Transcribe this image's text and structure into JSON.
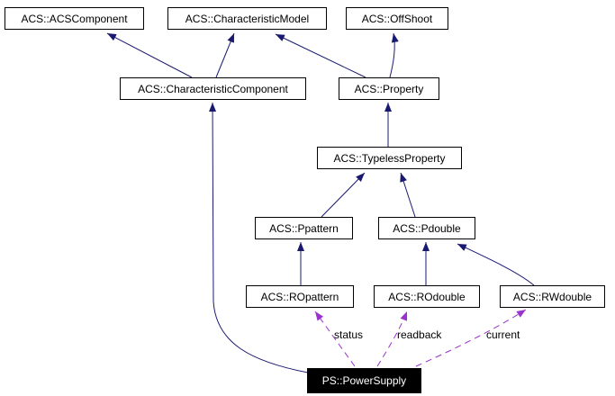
{
  "colors": {
    "background": "#ffffff",
    "node_border": "#000000",
    "node_fill": "#ffffff",
    "node_text": "#000000",
    "highlight_fill": "#000000",
    "highlight_text": "#ffffff",
    "inheritance_edge": "#191970",
    "usage_edge": "#9a32cd",
    "edge_label_text": "#000000"
  },
  "nodes": [
    {
      "id": "acs-acscomponent",
      "label": "ACS::ACSComponent"
    },
    {
      "id": "acs-characteristicmodel",
      "label": "ACS::CharacteristicModel"
    },
    {
      "id": "acs-offshoot",
      "label": "ACS::OffShoot"
    },
    {
      "id": "acs-characteristiccomponent",
      "label": "ACS::CharacteristicComponent"
    },
    {
      "id": "acs-property",
      "label": "ACS::Property"
    },
    {
      "id": "acs-typelessproperty",
      "label": "ACS::TypelessProperty"
    },
    {
      "id": "acs-ppattern",
      "label": "ACS::Ppattern"
    },
    {
      "id": "acs-pdouble",
      "label": "ACS::Pdouble"
    },
    {
      "id": "acs-ropattern",
      "label": "ACS::ROpattern"
    },
    {
      "id": "acs-rodouble",
      "label": "ACS::ROdouble"
    },
    {
      "id": "acs-rwdouble",
      "label": "ACS::RWdouble"
    },
    {
      "id": "ps-powersupply",
      "label": "PS::PowerSupply",
      "highlighted": true
    }
  ],
  "edge_labels": {
    "status": "status",
    "readback": "readback",
    "current": "current"
  },
  "edges": [
    {
      "from": "ACS::CharacteristicComponent",
      "to": "ACS::ACSComponent",
      "type": "inheritance"
    },
    {
      "from": "ACS::CharacteristicComponent",
      "to": "ACS::CharacteristicModel",
      "type": "inheritance"
    },
    {
      "from": "ACS::Property",
      "to": "ACS::CharacteristicModel",
      "type": "inheritance"
    },
    {
      "from": "ACS::Property",
      "to": "ACS::OffShoot",
      "type": "inheritance"
    },
    {
      "from": "ACS::TypelessProperty",
      "to": "ACS::Property",
      "type": "inheritance"
    },
    {
      "from": "ACS::Ppattern",
      "to": "ACS::TypelessProperty",
      "type": "inheritance"
    },
    {
      "from": "ACS::Pdouble",
      "to": "ACS::TypelessProperty",
      "type": "inheritance"
    },
    {
      "from": "ACS::ROpattern",
      "to": "ACS::Ppattern",
      "type": "inheritance"
    },
    {
      "from": "ACS::ROdouble",
      "to": "ACS::Pdouble",
      "type": "inheritance"
    },
    {
      "from": "ACS::RWdouble",
      "to": "ACS::Pdouble",
      "type": "inheritance"
    },
    {
      "from": "PS::PowerSupply",
      "to": "ACS::CharacteristicComponent",
      "type": "inheritance"
    },
    {
      "from": "PS::PowerSupply",
      "to": "ACS::ROpattern",
      "type": "usage",
      "label": "status"
    },
    {
      "from": "PS::PowerSupply",
      "to": "ACS::ROdouble",
      "type": "usage",
      "label": "readback"
    },
    {
      "from": "PS::PowerSupply",
      "to": "ACS::RWdouble",
      "type": "usage",
      "label": "current"
    }
  ]
}
